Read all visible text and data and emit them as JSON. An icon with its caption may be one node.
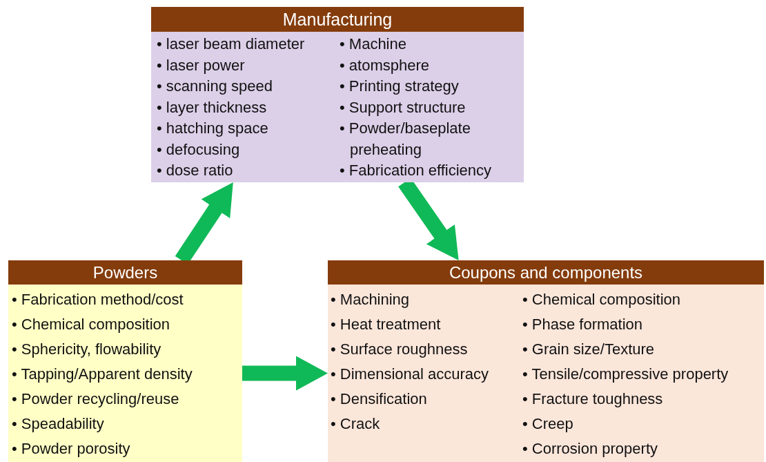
{
  "diagram": {
    "nodes": [
      {
        "text": [
          "Manufacturing",
          "• laser beam diameter",
          "• laser power",
          "• scanning speed",
          "• layer thickness",
          "• hatching space",
          "• defocusing",
          "• dose ratio",
          "• Machine",
          "• atomsphere",
          "• Printing strategy",
          "• Support structure",
          "• Powder/baseplate preheating",
          "• Fabrication efficiency"
        ]
      },
      {
        "text": [
          "Powders",
          "• Fabrication method/cost",
          "• Chemical composition",
          "• Sphericity, flowability",
          "• Tapping/Apparent density",
          "• Powder recycling/reuse",
          "• Speadability",
          "• Powder porosity"
        ]
      },
      {
        "text": [
          "Coupons and components",
          "• Machining",
          "• Heat treatment",
          "• Surface roughness",
          "• Dimensional accuracy",
          "• Densification",
          "• Crack",
          "• Chemical composition",
          "• Phase formation",
          "• Grain size/Texture",
          "• Tensile/compressive property",
          "• Fracture toughness",
          "• Creep",
          "• Corrosion property"
        ]
      }
    ],
    "edges": [
      {
        "from": 1,
        "to": 0,
        "arrow": "to"
      },
      {
        "from": 0,
        "to": 2,
        "arrow": "to"
      },
      {
        "from": 1,
        "to": 2,
        "arrow": "to"
      }
    ]
  }
}
